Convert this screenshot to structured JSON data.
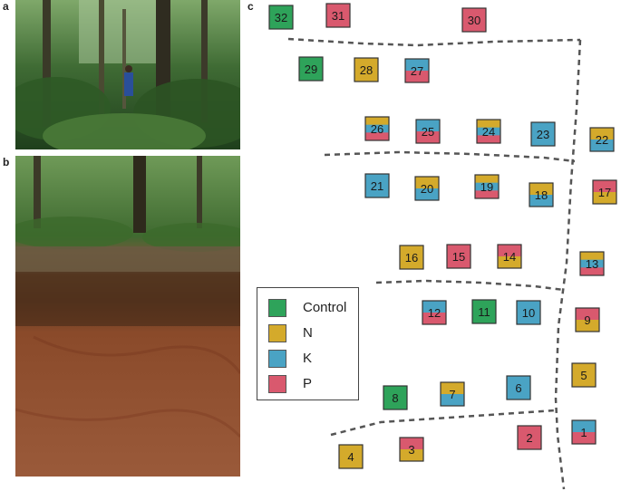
{
  "panels": {
    "a": "a",
    "b": "b",
    "c": "c"
  },
  "colors": {
    "Control": "#2ea35a",
    "N": "#d4aa2b",
    "K": "#4aa3c4",
    "P": "#d9596e"
  },
  "legend": [
    {
      "label": "Control",
      "treatment": "Control"
    },
    {
      "label": "N",
      "treatment": "N"
    },
    {
      "label": "K",
      "treatment": "K"
    },
    {
      "label": "P",
      "treatment": "P"
    }
  ],
  "plots": [
    {
      "id": "32",
      "treatments": [
        "Control"
      ]
    },
    {
      "id": "31",
      "treatments": [
        "P"
      ]
    },
    {
      "id": "30",
      "treatments": [
        "P"
      ]
    },
    {
      "id": "29",
      "treatments": [
        "Control"
      ]
    },
    {
      "id": "28",
      "treatments": [
        "N"
      ]
    },
    {
      "id": "27",
      "treatments": [
        "K",
        "P"
      ]
    },
    {
      "id": "26",
      "treatments": [
        "N",
        "K",
        "P"
      ]
    },
    {
      "id": "25",
      "treatments": [
        "K",
        "P"
      ]
    },
    {
      "id": "24",
      "treatments": [
        "N",
        "K",
        "P"
      ]
    },
    {
      "id": "23",
      "treatments": [
        "K"
      ]
    },
    {
      "id": "22",
      "treatments": [
        "N",
        "K"
      ]
    },
    {
      "id": "21",
      "treatments": [
        "K"
      ]
    },
    {
      "id": "20",
      "treatments": [
        "N",
        "K"
      ]
    },
    {
      "id": "19",
      "treatments": [
        "N",
        "K",
        "P"
      ]
    },
    {
      "id": "18",
      "treatments": [
        "N",
        "K"
      ]
    },
    {
      "id": "17",
      "treatments": [
        "P",
        "N"
      ]
    },
    {
      "id": "16",
      "treatments": [
        "N"
      ]
    },
    {
      "id": "15",
      "treatments": [
        "P"
      ]
    },
    {
      "id": "14",
      "treatments": [
        "P",
        "N"
      ]
    },
    {
      "id": "13",
      "treatments": [
        "N",
        "K",
        "P"
      ]
    },
    {
      "id": "12",
      "treatments": [
        "K",
        "P"
      ]
    },
    {
      "id": "11",
      "treatments": [
        "Control"
      ]
    },
    {
      "id": "10",
      "treatments": [
        "K"
      ]
    },
    {
      "id": "9",
      "treatments": [
        "P",
        "N"
      ]
    },
    {
      "id": "8",
      "treatments": [
        "Control"
      ]
    },
    {
      "id": "7",
      "treatments": [
        "N",
        "K"
      ]
    },
    {
      "id": "6",
      "treatments": [
        "K"
      ]
    },
    {
      "id": "5",
      "treatments": [
        "N"
      ]
    },
    {
      "id": "4",
      "treatments": [
        "N"
      ]
    },
    {
      "id": "3",
      "treatments": [
        "P",
        "N"
      ]
    },
    {
      "id": "2",
      "treatments": [
        "P"
      ]
    },
    {
      "id": "1",
      "treatments": [
        "K",
        "P"
      ]
    }
  ]
}
